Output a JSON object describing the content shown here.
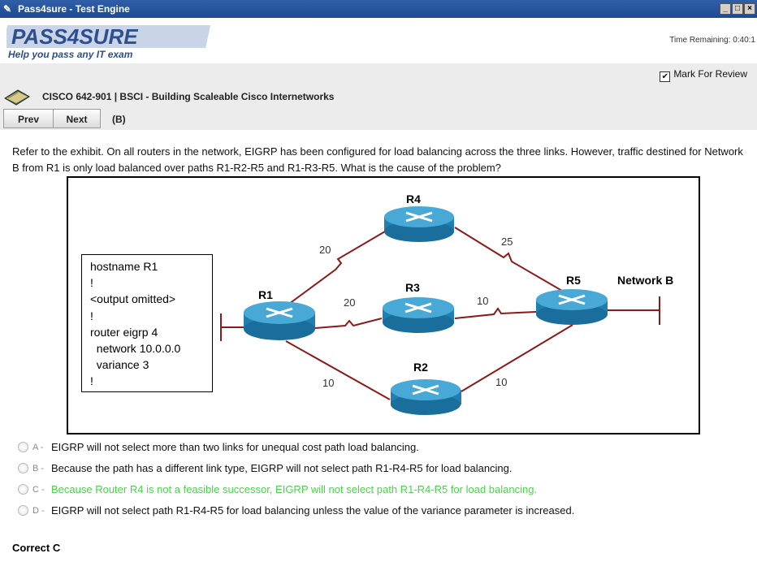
{
  "window": {
    "title": "Pass4sure - Test Engine",
    "min": "_",
    "max": "□",
    "close": "×"
  },
  "header": {
    "logo_main": "PASS4SURE",
    "logo_tagline": "Help you pass any IT exam",
    "time_remaining": "Time Remaining: 0:40:1"
  },
  "toolbar": {
    "mark_label": "Mark For Review",
    "mark_checked": "✔",
    "exam_title": "CISCO 642-901 | BSCI - Building Scaleable Cisco Internetworks",
    "prev": "Prev",
    "next": "Next",
    "question_id": "(B)"
  },
  "question": {
    "text": "Refer to the exhibit. On all routers in the network, EIGRP has been configured for load balancing across the three links. However, traffic destined for Network B from R1 is only load balanced over paths R1-R2-R5 and R1-R3-R5. What is the cause of the problem?"
  },
  "exhibit": {
    "config_lines": [
      "hostname R1",
      "!",
      "<output omitted>",
      "!",
      "router eigrp 4",
      "  network 10.0.0.0",
      "  variance 3",
      "!"
    ],
    "routers": {
      "r1": "R1",
      "r2": "R2",
      "r3": "R3",
      "r4": "R4",
      "r5": "R5"
    },
    "network_label": "Network B",
    "link_costs": {
      "r1_r4": "20",
      "r4_r5": "25",
      "r1_r3": "20",
      "r3_r5": "10",
      "r1_r2": "10",
      "r2_r5": "10"
    }
  },
  "options": [
    {
      "letter": "A -",
      "text": "EIGRP will not select more than two links for unequal cost path load balancing."
    },
    {
      "letter": "B -",
      "text": "Because the path has a different link type, EIGRP will not select path R1-R4-R5 for load balancing."
    },
    {
      "letter": "C -",
      "text": "Because Router R4 is not a feasible successor, EIGRP will not select path R1-R4-R5 for load balancing."
    },
    {
      "letter": "D -",
      "text": "EIGRP will not select path R1-R4-R5 for load balancing unless the value of the variance parameter is increased."
    }
  ],
  "answer": {
    "text": "Correct C"
  },
  "colors": {
    "title_bar": "#1d4a92",
    "correct_option": "#4ad44a",
    "link": "#8b1a1a",
    "router": "#2a8fbf"
  }
}
